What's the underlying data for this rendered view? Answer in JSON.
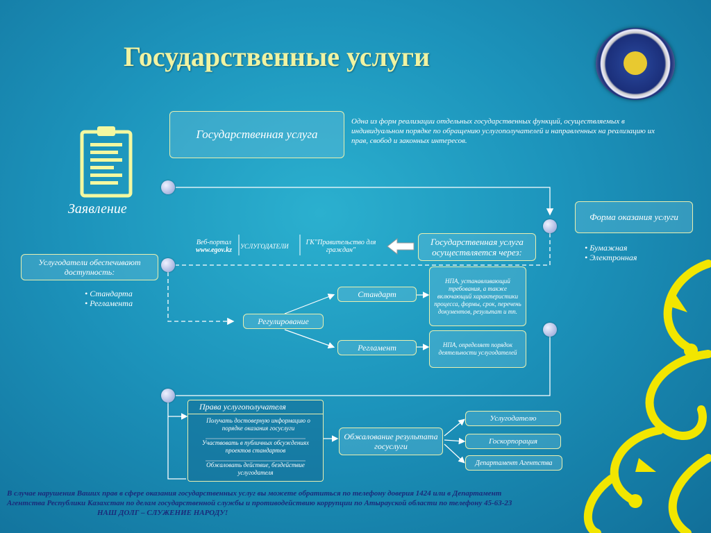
{
  "title": "Государственные услуги",
  "service_box": "Государственная услуга",
  "definition": "Одна из форм реализации отдельных государственных функций, осуществляемых в индивидуальном порядке по обращению услугополучателей и направленных на реализацию их прав, свобод и законных интересов.",
  "application_label": "Заявление",
  "form_box": "Форма оказания услуги",
  "form_items": [
    "• Бумажная",
    "• Электронная"
  ],
  "portal": {
    "label": "Веб-портал",
    "url": "www.egov.kz"
  },
  "providers_label": "УСЛУГОДАТЕЛИ",
  "gk_label": "ГК\"Правительство для граждан\"",
  "via_box": "Государственная услуга осуществляется через:",
  "access_box": "Услугодатели обеспечивают доступность:",
  "access_items": [
    "• Стандарта",
    "• Регламента"
  ],
  "regulation": "Регулирование",
  "standard": "Стандарт",
  "reglament": "Регламент",
  "npa1": "НПА, устанавливающий требования, а также включающий характеристики процесса, формы, срок, перечень документов, результат и тп.",
  "npa2": "НПА, определяет порядок деятельности услугодателей",
  "rights_title": "Права услугополучателя",
  "rights_items": [
    "Получать достоверную информацию о порядке оказания госуслуги",
    "Участвовать в публичных обсуждениях проектов стандартов",
    "Обжаловать действие, бездействие услугодателя"
  ],
  "appeal": "Обжалование результата госуслуги",
  "appeal_targets": [
    "Услугодателю",
    "Госкорпорация",
    "Департамент Агентства"
  ],
  "footer_line1": "В случае нарушения Ваших прав в сфере оказания государственных услуг вы можете обратиться по телефону доверия 1424 или в Департамент",
  "footer_line2": "Агентства Республики Казахстан по делам государственной службы и противодействию коррупции по Атырауской области по телефону 45-63-23",
  "footer_line3": "НАШ ДОЛГ – СЛУЖЕНИЕ НАРОДУ!",
  "colors": {
    "accent_yellow": "#f0f3a2",
    "ornament": "#f2e600",
    "box_border": "#eaf0b0"
  }
}
